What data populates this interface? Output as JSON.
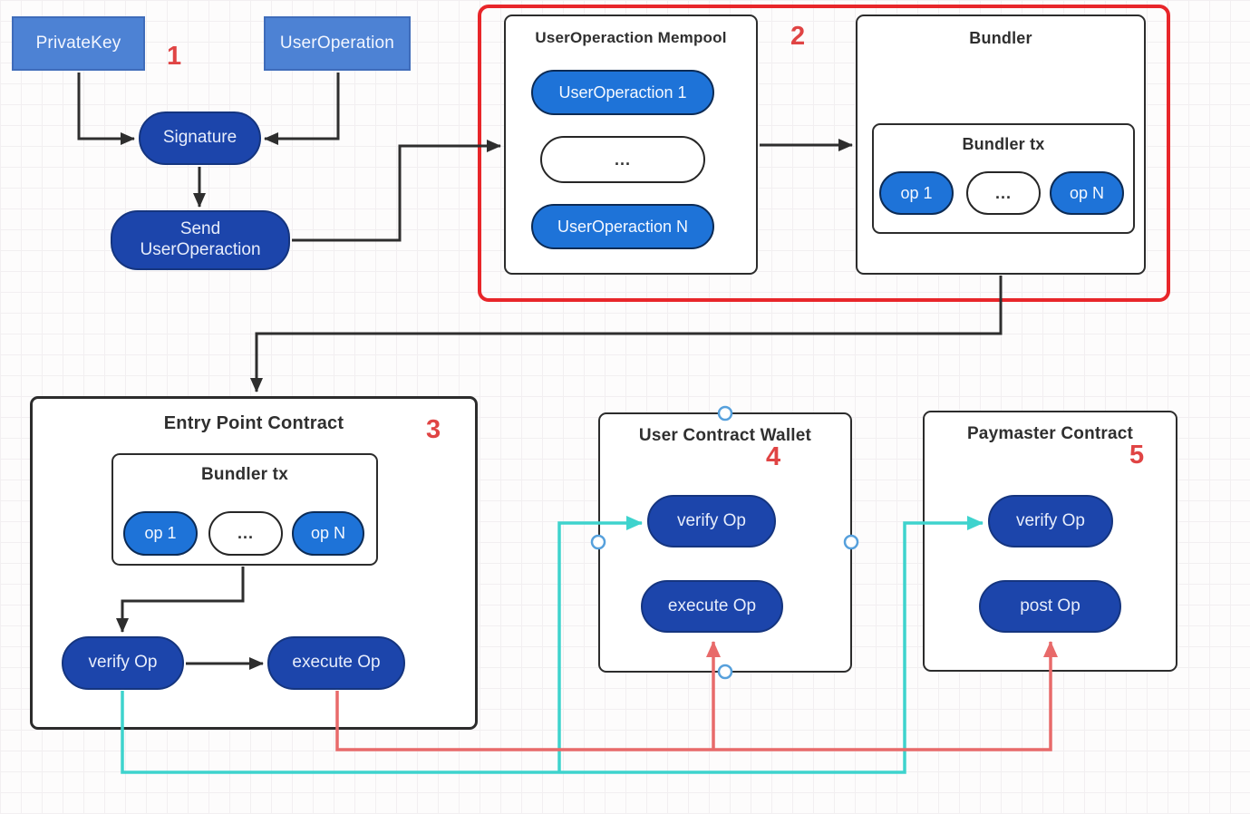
{
  "diagram": {
    "stage1": {
      "number": "1",
      "privatekey_label": "PrivateKey",
      "useroperation_label": "UserOperation",
      "signature_label": "Signature",
      "send_label": "Send UserOperaction"
    },
    "stage2": {
      "number": "2",
      "mempool_title": "UserOperaction Mempool",
      "mempool_items": [
        "UserOperaction 1",
        "...",
        "UserOperaction N"
      ],
      "bundler_title": "Bundler",
      "bundler_tx_title": "Bundler tx",
      "bundler_ops": [
        "op 1",
        "...",
        "op N"
      ]
    },
    "stage3": {
      "number": "3",
      "title": "Entry Point Contract",
      "tx_title": "Bundler tx",
      "ops": [
        "op 1",
        "...",
        "op N"
      ],
      "verify_label": "verify Op",
      "execute_label": "execute Op"
    },
    "stage4": {
      "number": "4",
      "title": "User Contract Wallet",
      "verify_label": "verify Op",
      "execute_label": "execute Op"
    },
    "stage5": {
      "number": "5",
      "title": "Paymaster Contract",
      "verify_label": "verify Op",
      "post_label": "post Op"
    }
  },
  "colors": {
    "group_red": "#e8262a",
    "number_red": "#e04444",
    "dark_blue_pill": "#1c45ab",
    "medium_blue_pill": "#1e73d8",
    "light_blue_box": "#4d82d4",
    "cyan_connector": "#3ed3cd",
    "salmon_connector": "#e86a6a",
    "black_connector": "#2e2e2e"
  }
}
